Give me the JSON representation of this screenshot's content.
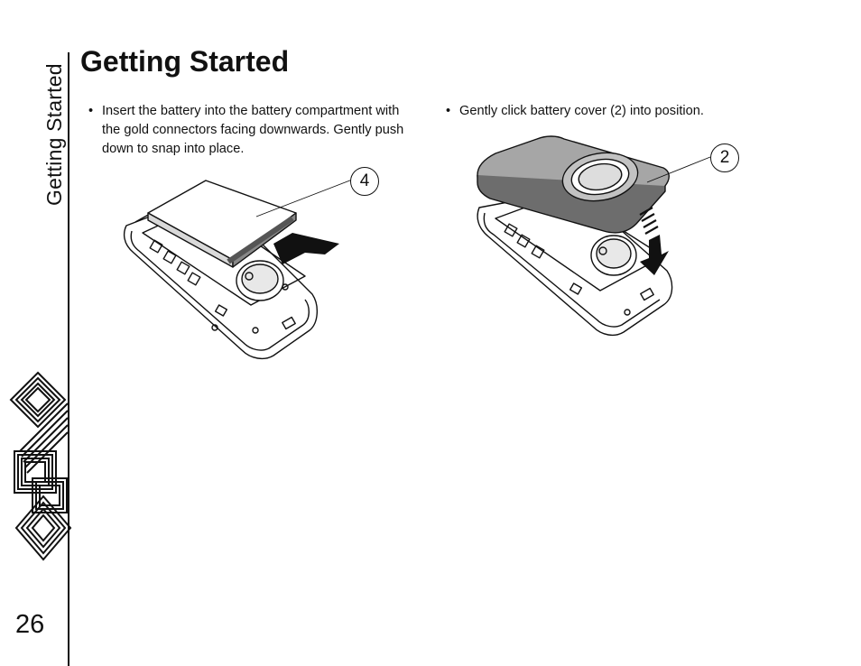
{
  "page": {
    "title": "Getting Started",
    "side_tab": "Getting Started",
    "page_number": "26"
  },
  "steps": [
    {
      "bullet": "•",
      "text": "Insert the battery into the battery compartment with the gold connectors facing downwards. Gently push down to snap into place.",
      "callout": "4"
    },
    {
      "bullet": "•",
      "text": "Gently click battery cover (2) into position.",
      "callout": "2"
    }
  ],
  "icons": {
    "decor": "geometric-diamond-ornament",
    "fig1": "battery-insertion-illustration",
    "fig2": "battery-cover-illustration"
  }
}
